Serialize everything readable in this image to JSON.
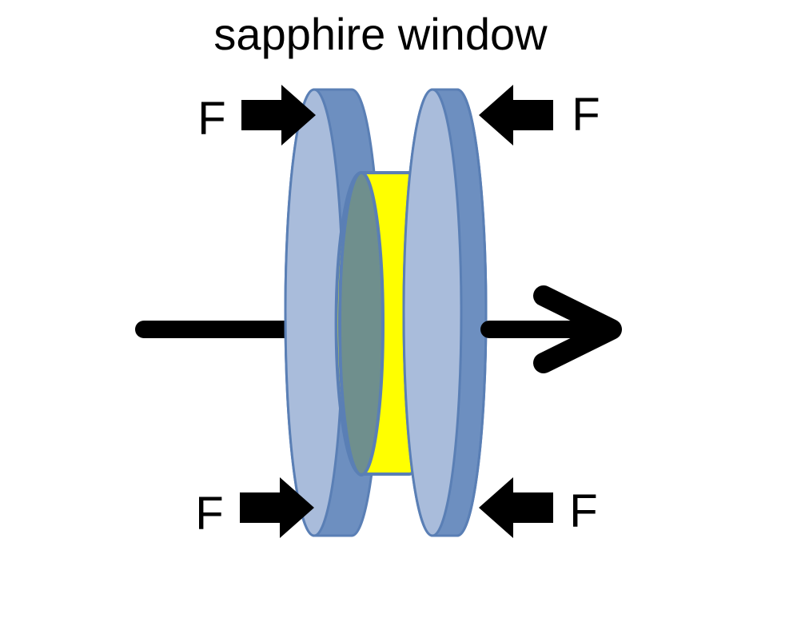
{
  "title": "sapphire window",
  "force_labels": {
    "top_left": "F",
    "top_right": "F",
    "bottom_left": "F",
    "bottom_right": "F"
  },
  "colors": {
    "window_face": "#a9bcdb",
    "window_rim": "#6d8fc0",
    "window_stroke": "#5a7fb5",
    "sample_face": "#6f8f8d",
    "sample_rim": "#ffff00",
    "arrow": "#000000",
    "background": "#ffffff"
  },
  "icons": {
    "force_arrow": "thick-arrow-icon",
    "beam_in": "line-icon",
    "beam_out": "arrow-right-icon"
  }
}
